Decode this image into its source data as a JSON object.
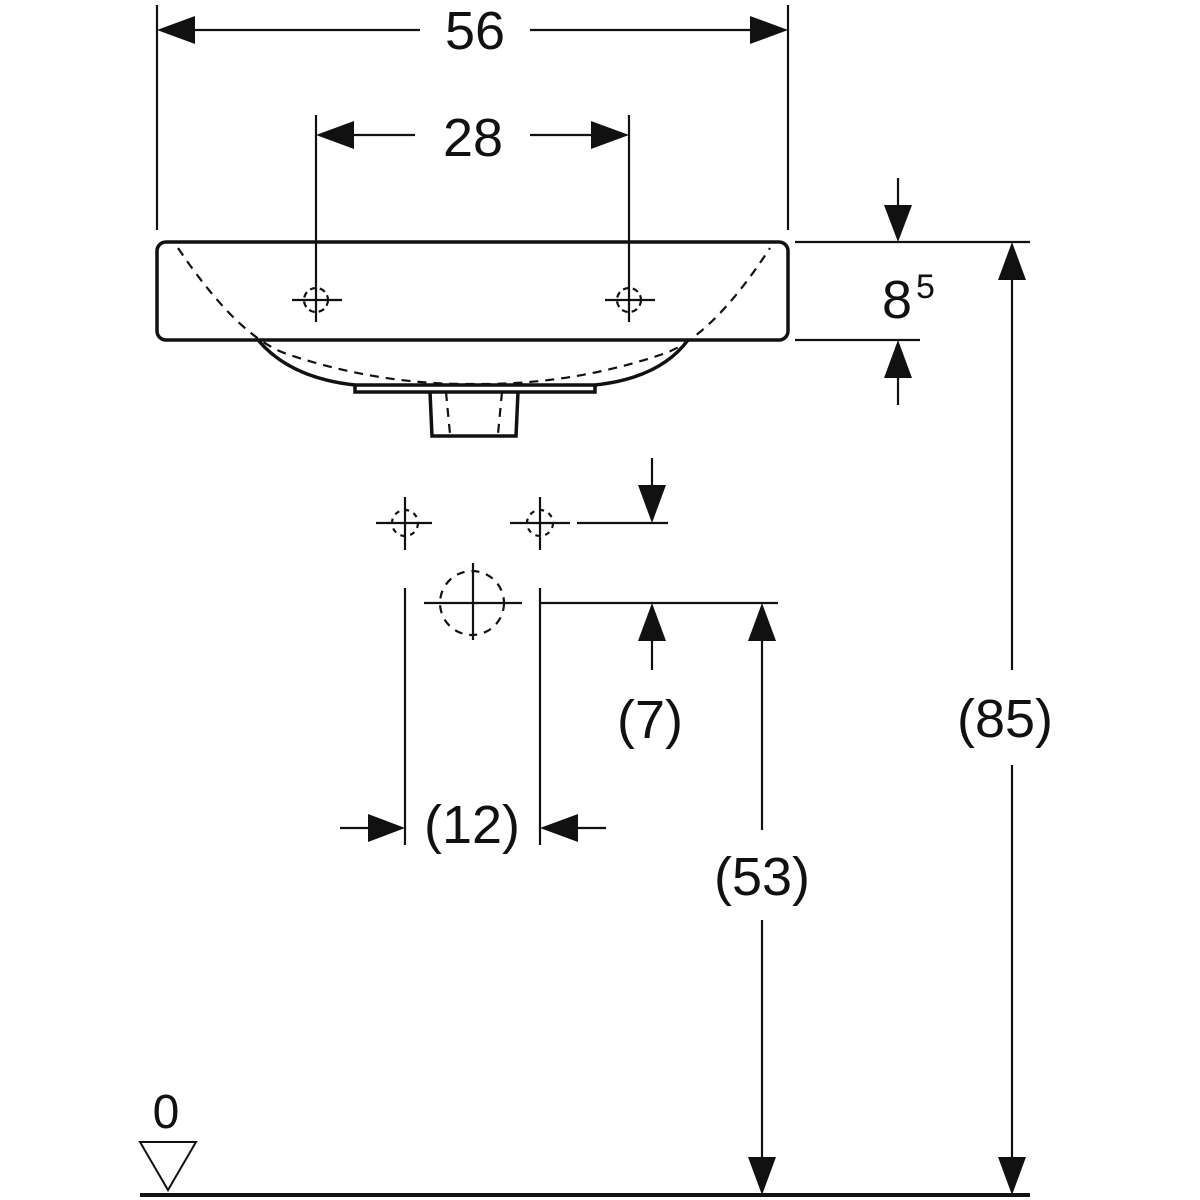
{
  "title": "Washbasin dimension drawing",
  "dimensions": {
    "overall_width": "56",
    "tap_hole_spacing": "28",
    "rim_height": "8",
    "rim_height_superscript": "5",
    "total_height": "(85)",
    "waste_height": "(53)",
    "waste_offset": "(7)",
    "supply_spacing": "(12)",
    "floor_level": "0"
  }
}
